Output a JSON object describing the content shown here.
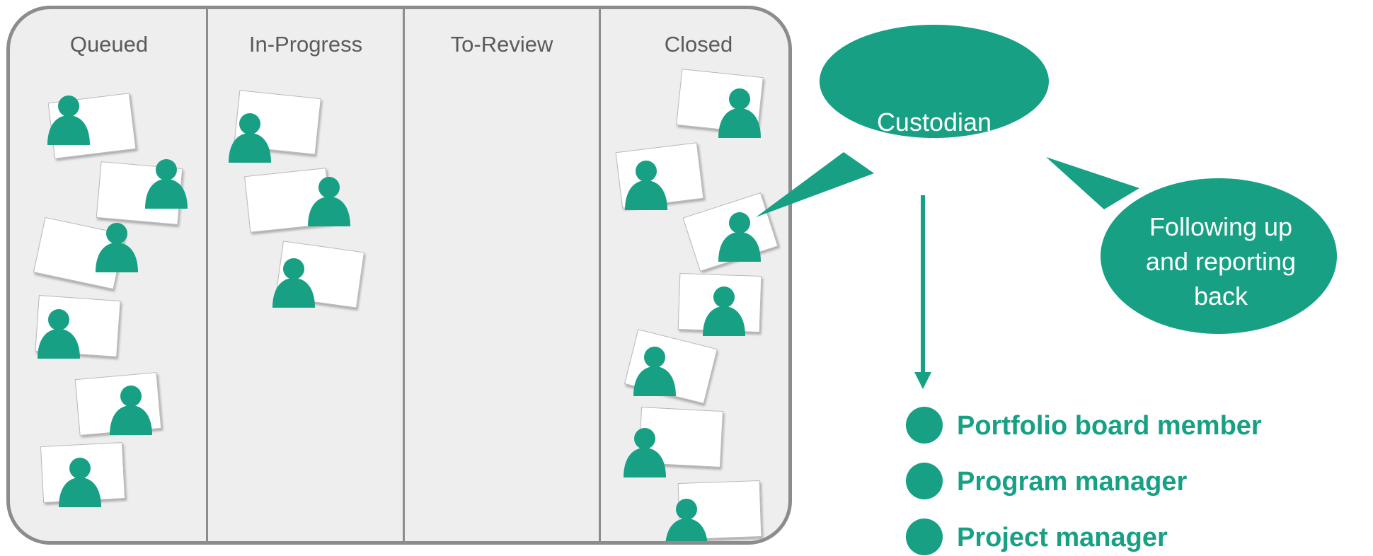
{
  "colors": {
    "accent": "#17a084",
    "board_bg": "#eeeeee",
    "board_border": "#8c8c8c",
    "header_text": "#5a5a5a"
  },
  "board": {
    "columns": [
      {
        "label": "Queued",
        "card_count": 6
      },
      {
        "label": "In-Progress",
        "card_count": 3
      },
      {
        "label": "To-Review",
        "card_count": 0
      },
      {
        "label": "Closed",
        "card_count": 7
      }
    ]
  },
  "custodian": {
    "label": "Custodian"
  },
  "followup": {
    "line1": "Following up",
    "line2": "and reporting",
    "line3": "back"
  },
  "roles": [
    {
      "label": "Portfolio board member"
    },
    {
      "label": "Program manager"
    },
    {
      "label": "Project manager"
    }
  ],
  "icons": {
    "card_avatar": "person-icon",
    "role_marker": "bullet-dot-icon",
    "arrow": "arrow-down-icon"
  }
}
